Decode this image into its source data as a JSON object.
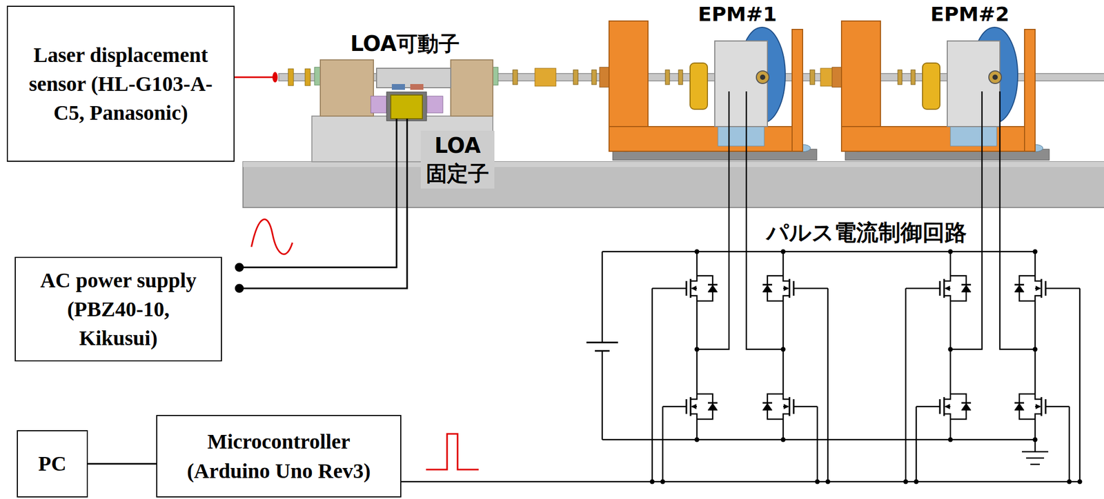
{
  "diagram": {
    "nodes": [
      {
        "text": [
          "Laser displacement sensor (HL-G103-A-C5, Panasonic)"
        ]
      },
      {
        "text": [
          "AC power supply (PBZ40-10, Kikusui)"
        ]
      },
      {
        "text": [
          "PC"
        ]
      },
      {
        "text": [
          "Microcontroller (Arduino Uno Rev3)"
        ]
      }
    ],
    "edges": [
      {
        "from": 2,
        "to": 3,
        "arrow": "none"
      }
    ],
    "labels": [
      "LOA可動子",
      "LOA 固定子",
      "EPM#1",
      "EPM#2",
      "パルス電流制御回路"
    ]
  }
}
